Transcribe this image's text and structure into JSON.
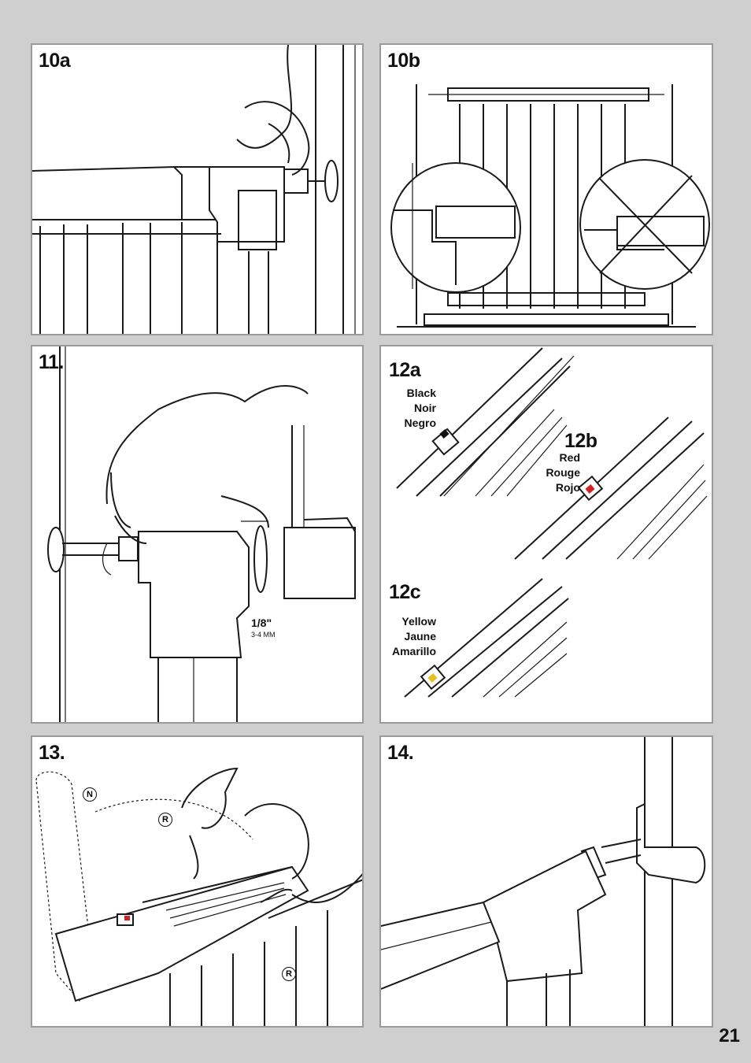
{
  "steps": {
    "s10a": "10a",
    "s10b": "10b",
    "s11": "11.",
    "s12a": "12a",
    "s12b": "12b",
    "s12c": "12c",
    "s13": "13.",
    "s14": "14."
  },
  "labels": {
    "black": [
      "Black",
      "Noir",
      "Negro"
    ],
    "red": [
      "Red",
      "Rouge",
      "Rojo"
    ],
    "yellow": [
      "Yellow",
      "Jaune",
      "Amarillo"
    ],
    "gap_inch": "1/8\"",
    "gap_mm": "3-4 MM"
  },
  "markers": {
    "n": "N",
    "r": "R"
  },
  "indicator_colors": {
    "black": "#111111",
    "red": "#d42020",
    "yellow": "#e8c020"
  },
  "page_number": "21"
}
